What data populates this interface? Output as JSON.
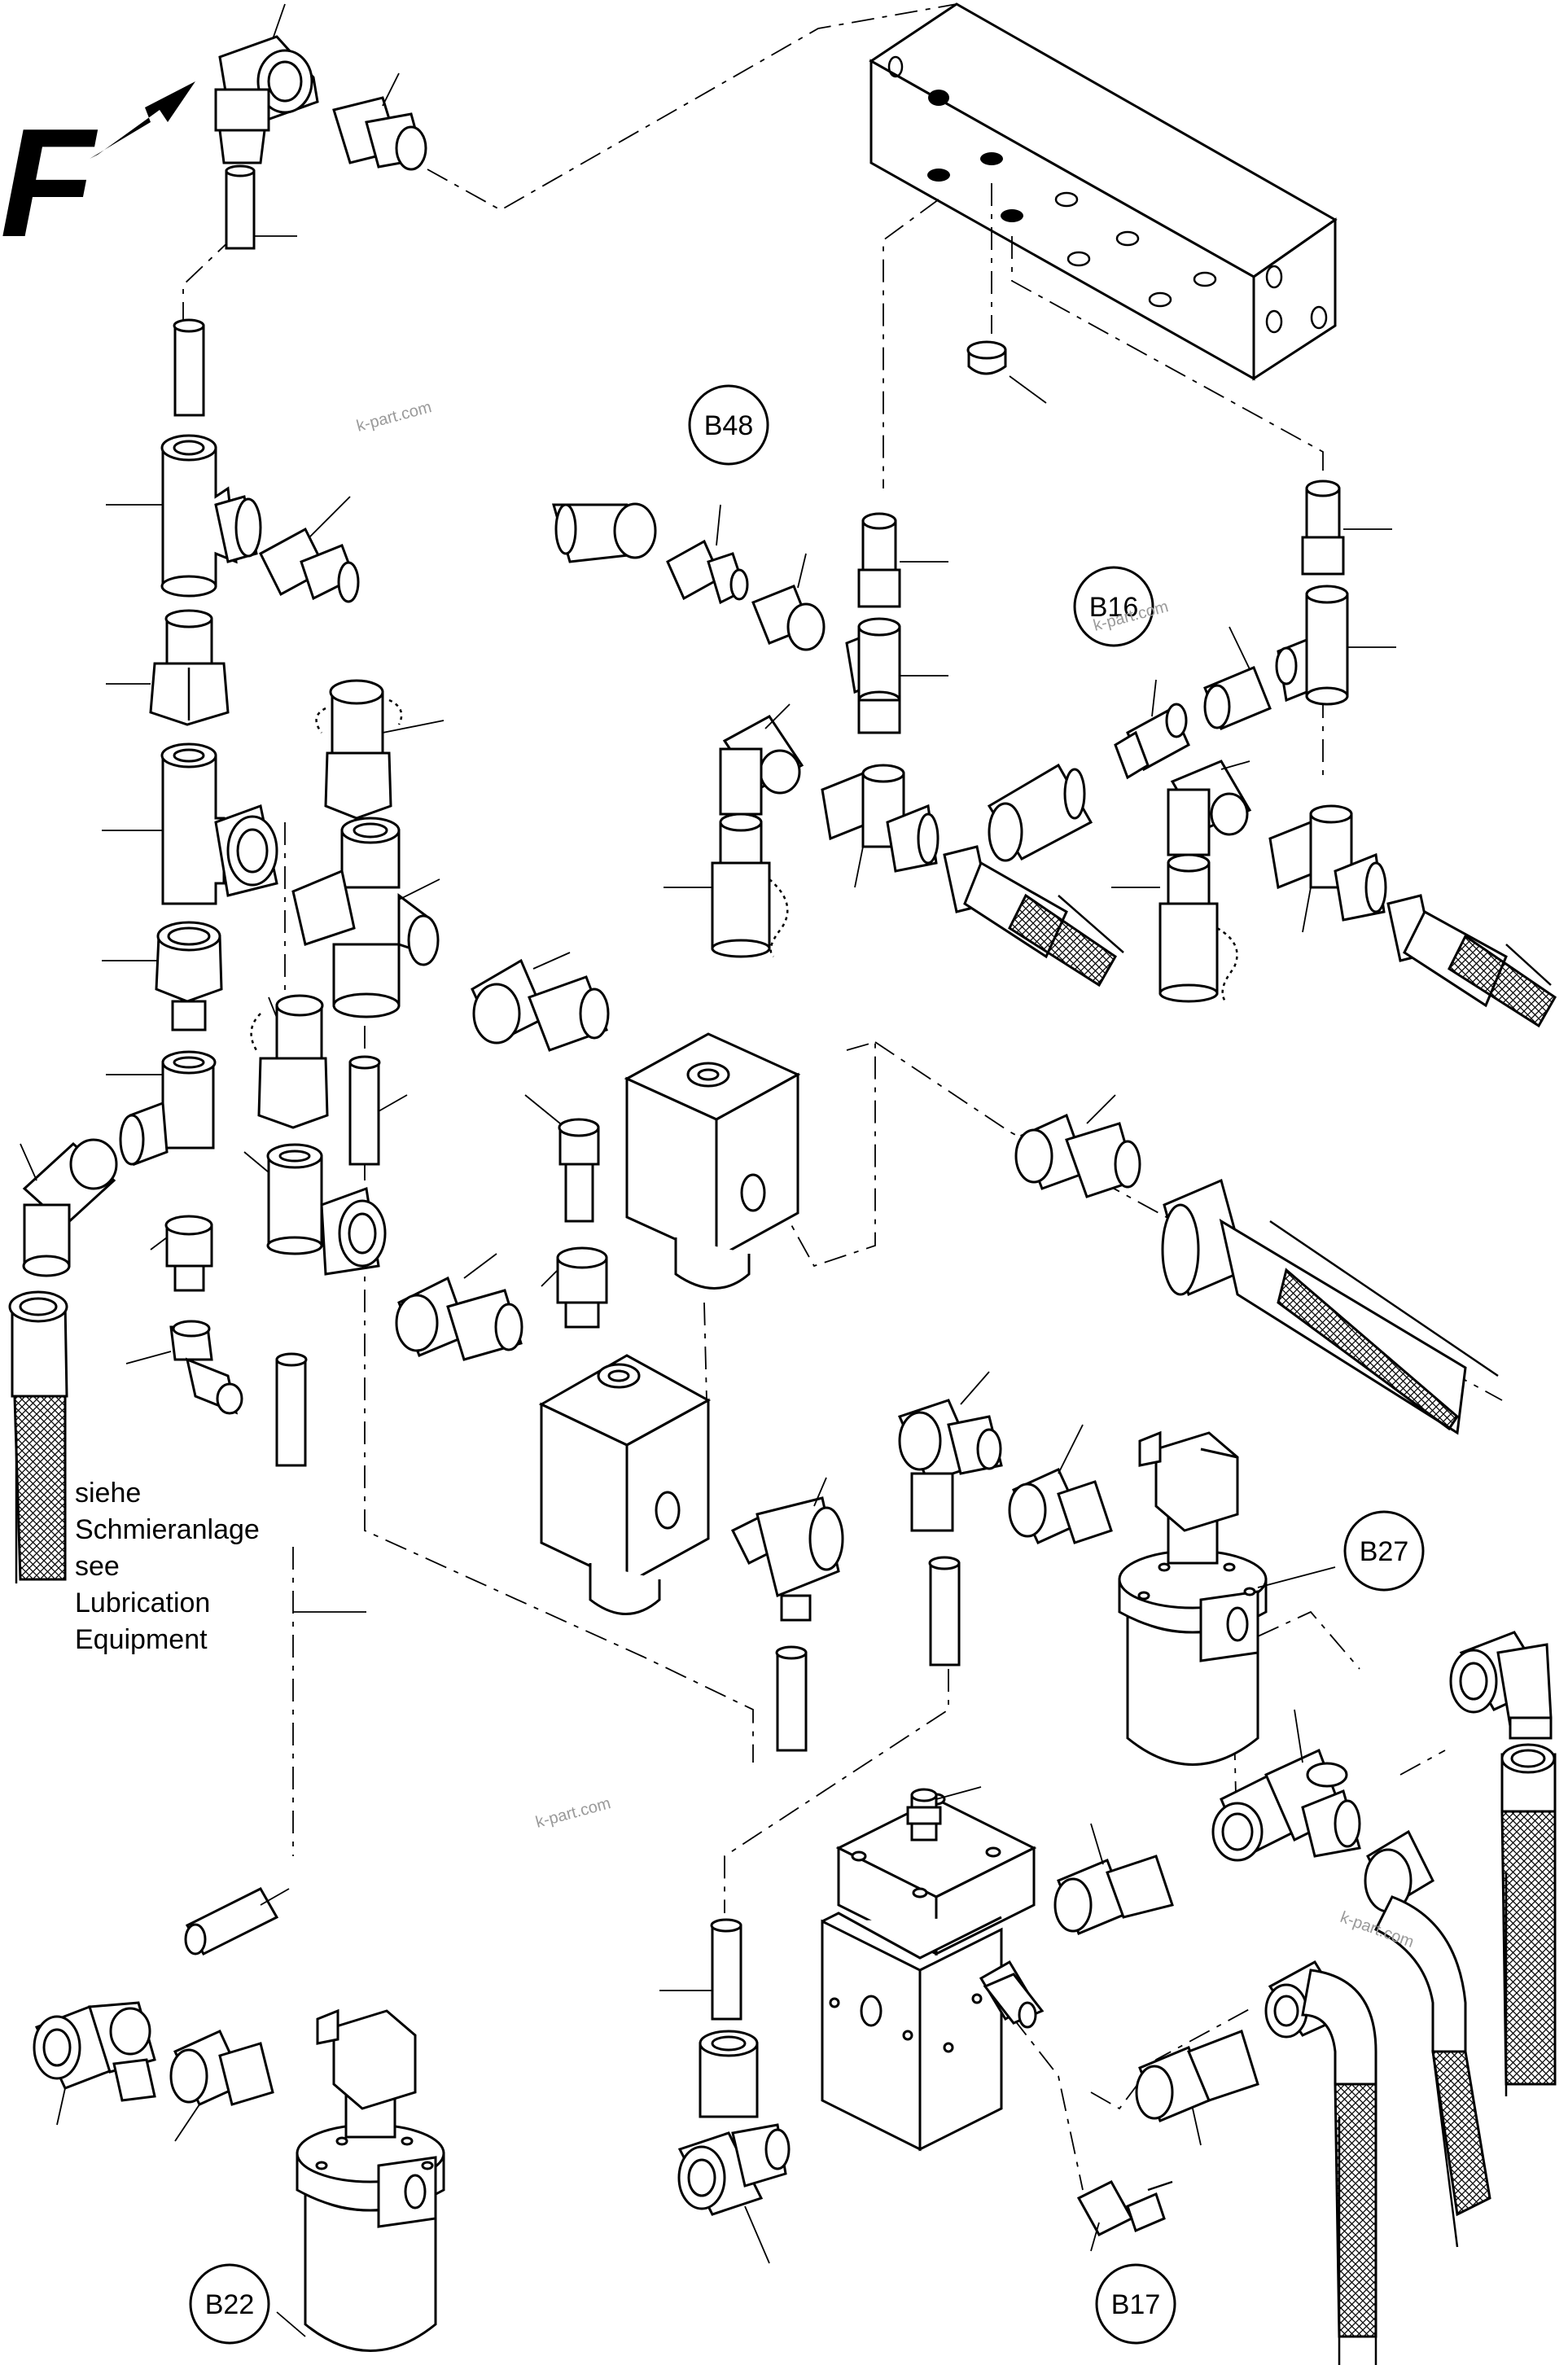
{
  "labels": {
    "b48": "B48",
    "b16": "B16",
    "b27": "B27",
    "b22": "B22",
    "b17": "B17"
  },
  "view_letter": "F",
  "note_lines": [
    "siehe",
    "Schmieranlage",
    "see",
    "Lubrication",
    "Equipment"
  ],
  "watermarks": [
    "k-part.com",
    "k-part.com",
    "k-part.com",
    "k-part.com"
  ]
}
